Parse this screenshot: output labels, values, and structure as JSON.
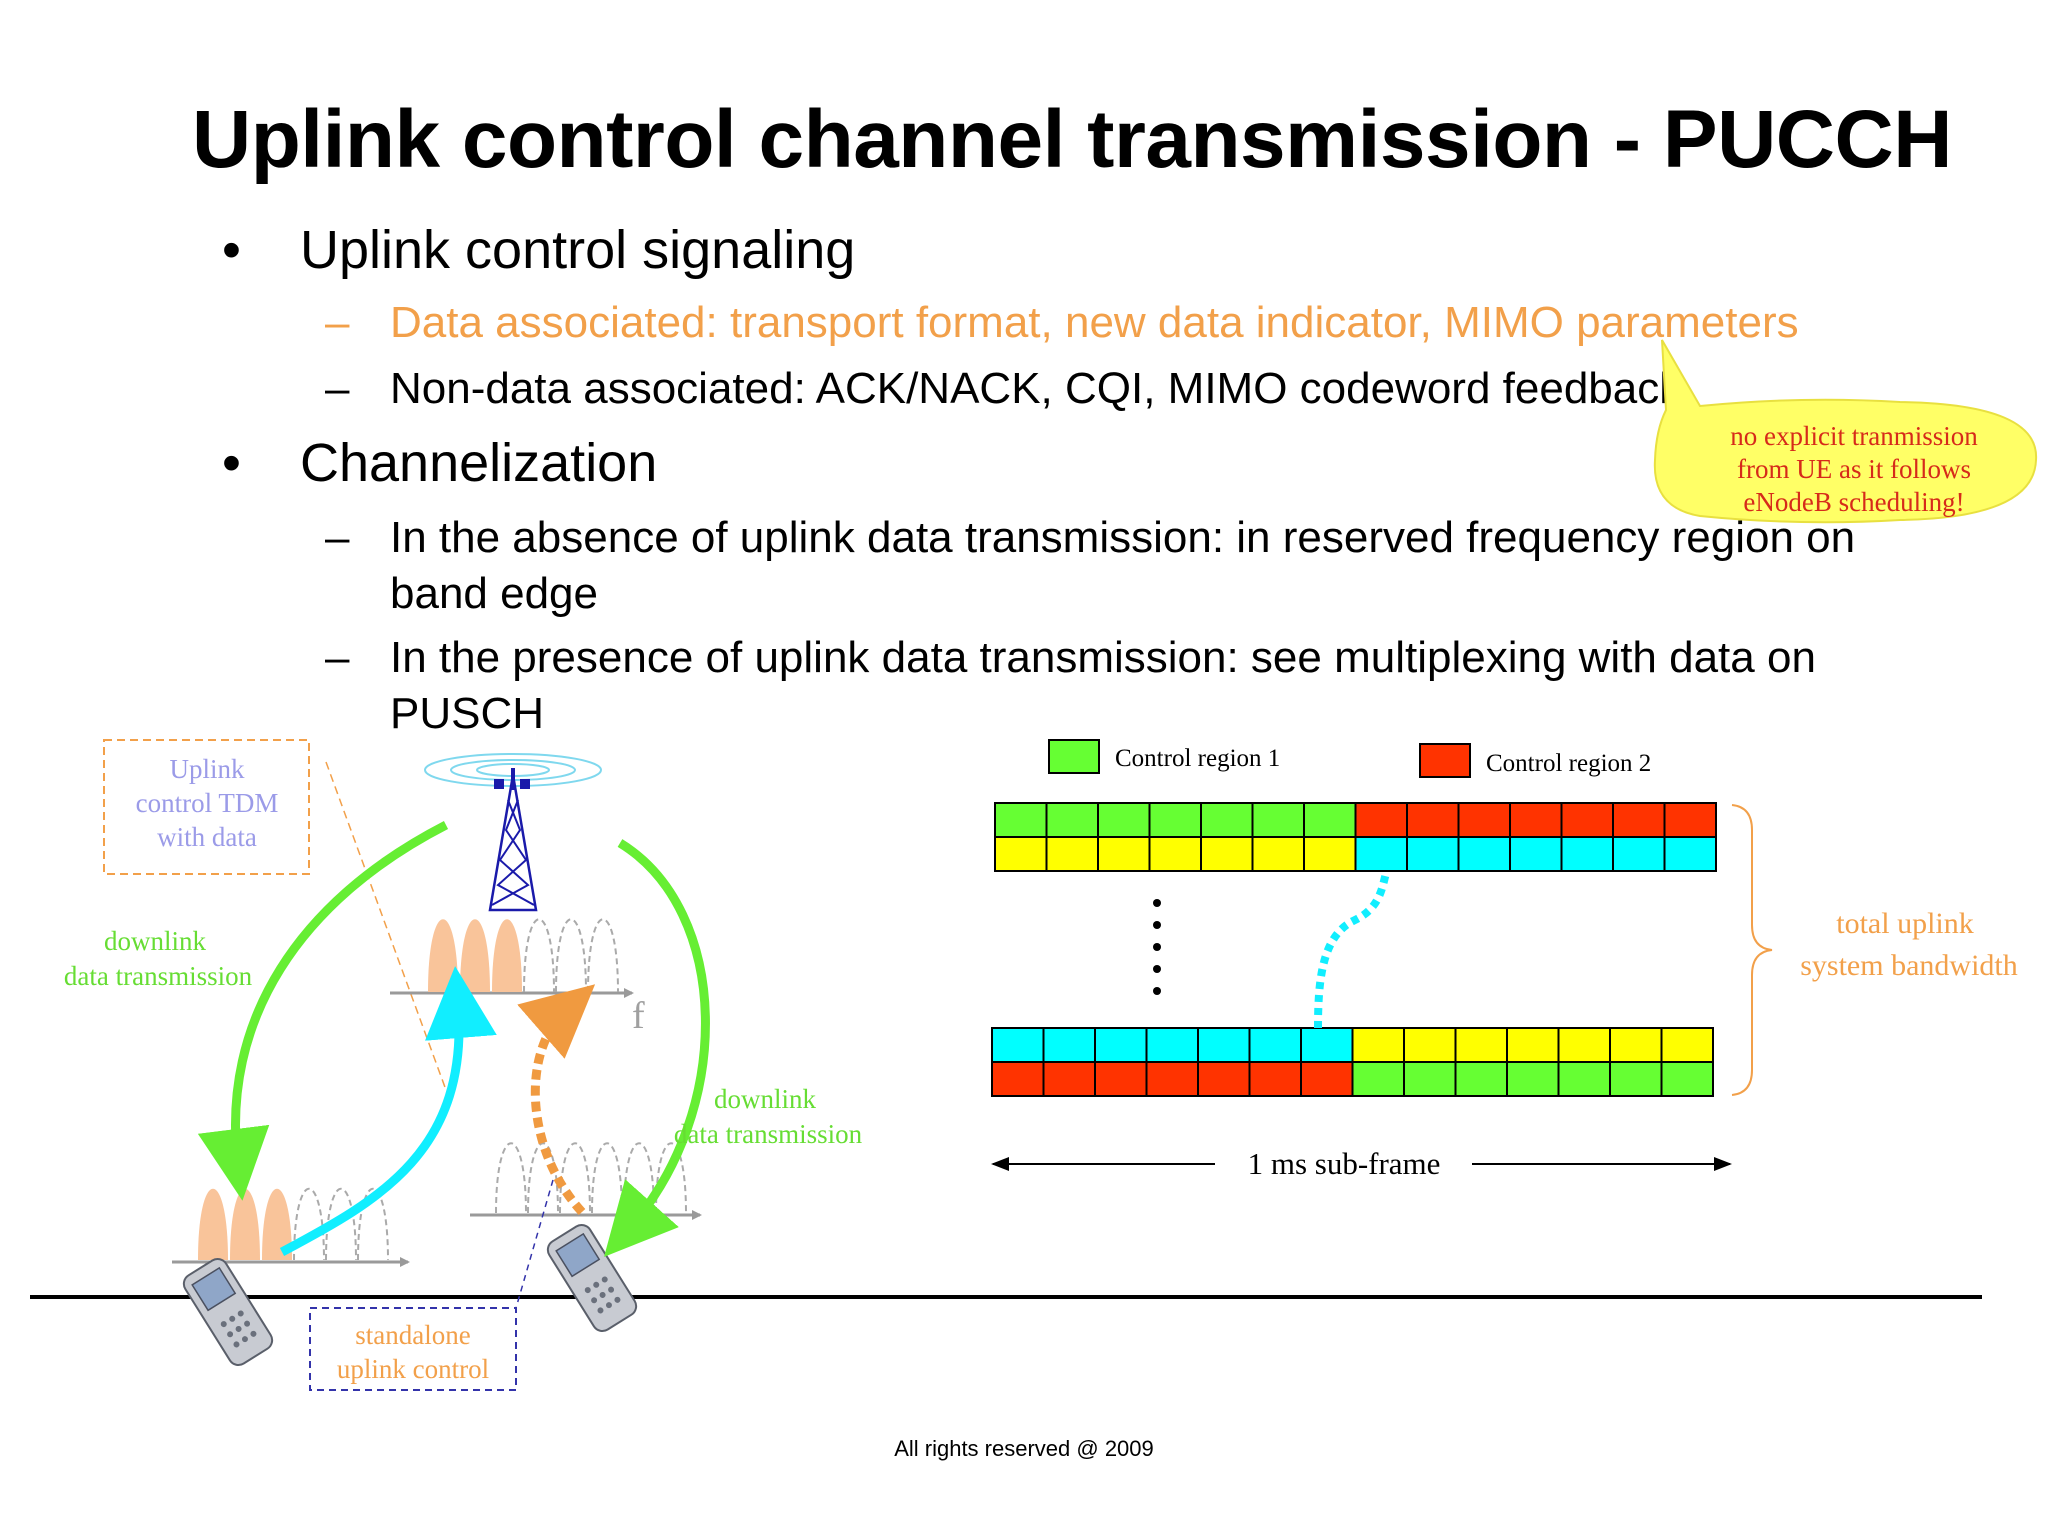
{
  "slide": {
    "title": "Uplink control channel transmission - PUCCH",
    "bullets": [
      {
        "text": "Uplink control signaling",
        "subitems": [
          {
            "text": "Data associated: transport format, new data indicator, MIMO parameters"
          },
          {
            "text": "Non-data associated: ACK/NACK, CQI, MIMO codeword feedback"
          }
        ]
      },
      {
        "text": "Channelization",
        "subitems": [
          {
            "line1": "In the absence of uplink data transmission: in reserved frequency region on",
            "line2": "band edge"
          },
          {
            "line1": "In the presence of uplink data transmission: see multiplexing with data on",
            "line2": "PUSCH"
          }
        ]
      }
    ],
    "bullet_mark": "•",
    "dash_mark": "–",
    "callout": {
      "lines": [
        "no explicit tranmission",
        "from UE as it follows",
        "eNodeB  scheduling!"
      ]
    },
    "footer": "All rights reserved @ 2009"
  },
  "diagram": {
    "tdm_box": [
      "Uplink",
      "control TDM",
      "with data"
    ],
    "downlink_left": [
      "downlink",
      "data transmission"
    ],
    "downlink_right": [
      "downlink",
      "data transmission"
    ],
    "freq_axis_label": "f",
    "standalone_box": [
      "standalone",
      "uplink control"
    ],
    "legend": [
      {
        "label": "Control region 1",
        "color": "#66ff33"
      },
      {
        "label": "Control region 2",
        "color": "#ff3300"
      }
    ],
    "grid_colors": {
      "green": "#66ff33",
      "red": "#ff3300",
      "yellow": "#ffff00",
      "cyan": "#00ffff"
    },
    "ellipsis": "⋮",
    "bandwidth_label": [
      "total uplink",
      "system bandwidth"
    ],
    "subframe_label": "1 ms sub-frame",
    "colors": {
      "green_arrow": "#66ee33",
      "cyan_arrow": "#11eeff",
      "orange_arrow": "#f09a40",
      "pulse_fill": "#f9c49a",
      "tower": "#1a1aaa"
    }
  }
}
